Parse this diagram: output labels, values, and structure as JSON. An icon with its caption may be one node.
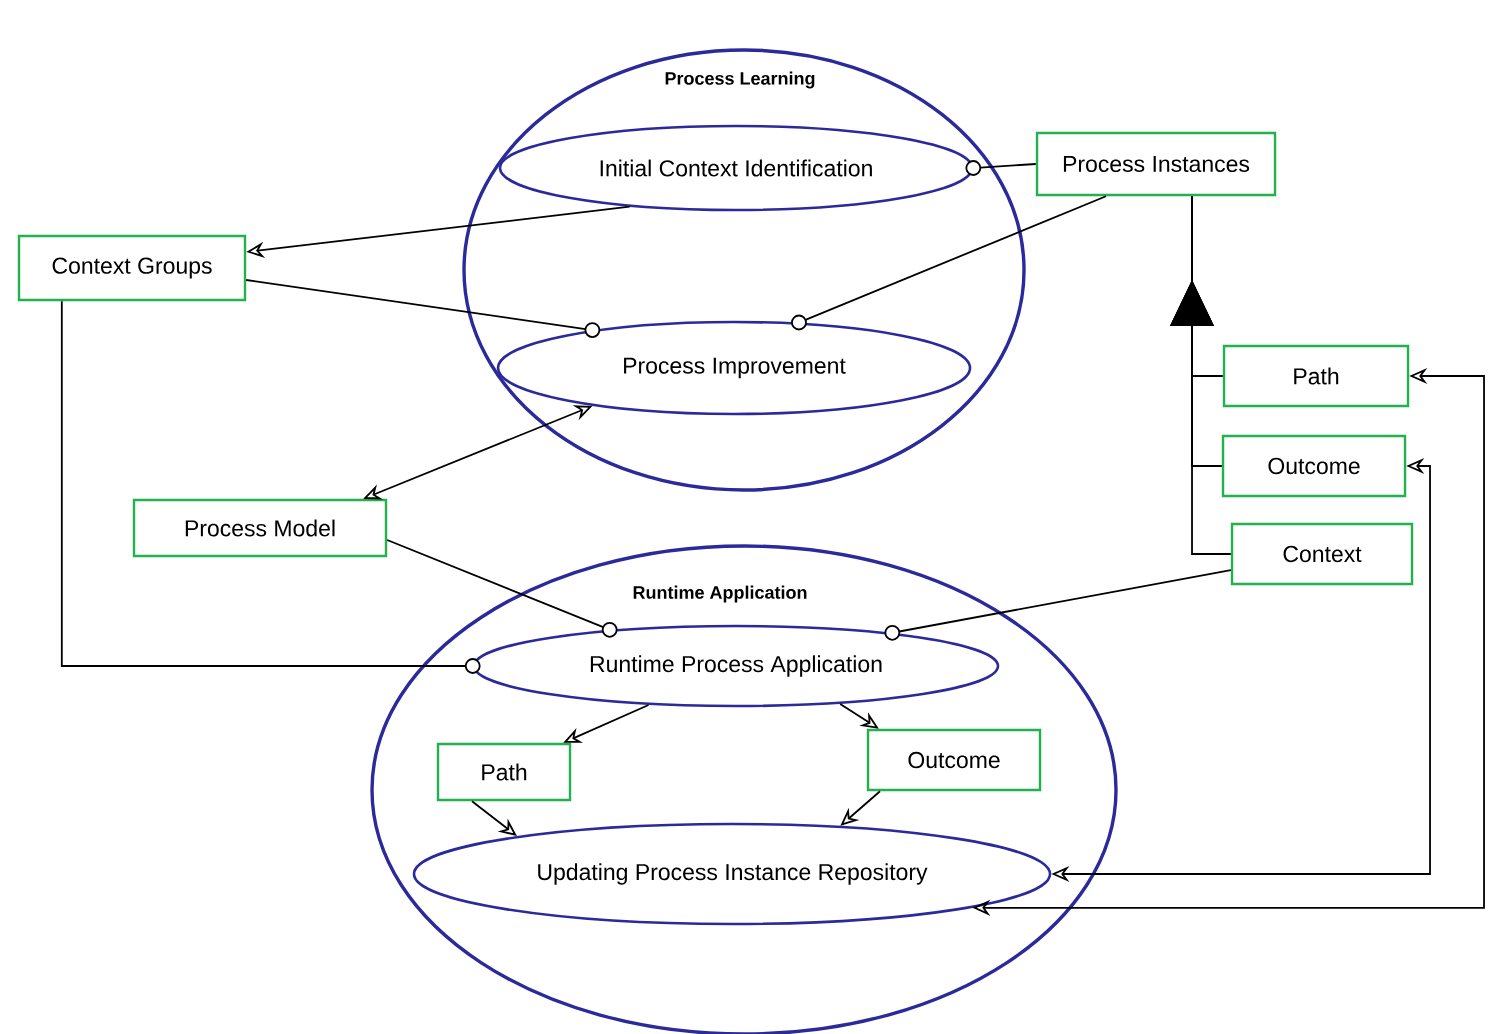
{
  "diagram": {
    "nodes": [
      {
        "text": [
          "Process Learning"
        ]
      },
      {
        "text": [
          "Initial Context Identification"
        ],
        "in": 0
      },
      {
        "text": [
          "Process Improvement"
        ],
        "in": 0
      },
      {
        "text": [
          "Context Groups"
        ]
      },
      {
        "text": [
          "Process Instances"
        ]
      },
      {
        "text": [
          "Path"
        ]
      },
      {
        "text": [
          "Outcome"
        ]
      },
      {
        "text": [
          "Context"
        ]
      },
      {
        "text": [
          "Process Model"
        ]
      },
      {
        "text": [
          "Runtime Application"
        ]
      },
      {
        "text": [
          "Runtime Process Application"
        ],
        "in": 9
      },
      {
        "text": [
          "Path"
        ],
        "in": 9
      },
      {
        "text": [
          "Outcome"
        ],
        "in": 9
      },
      {
        "text": [
          "Updating Process Instance Repository"
        ],
        "in": 9
      }
    ],
    "edges": [
      {
        "from": 1,
        "to": 3,
        "arrow": "to"
      },
      {
        "from": 3,
        "to": 2,
        "arrow": "other"
      },
      {
        "from": 4,
        "to": 1,
        "arrow": "other"
      },
      {
        "from": 4,
        "to": 2,
        "arrow": "other"
      },
      {
        "from": 2,
        "to": 8,
        "arrow": "both"
      },
      {
        "from": 8,
        "to": 10,
        "arrow": "other"
      },
      {
        "from": 3,
        "to": 10,
        "arrow": "other"
      },
      {
        "from": 7,
        "to": 10,
        "arrow": "other"
      },
      {
        "from": 5,
        "to": 4,
        "arrow": "to"
      },
      {
        "from": 6,
        "to": 4,
        "arrow": "to"
      },
      {
        "from": 7,
        "to": 4,
        "arrow": "to"
      },
      {
        "from": 10,
        "to": 11,
        "arrow": "to"
      },
      {
        "from": 10,
        "to": 12,
        "arrow": "to"
      },
      {
        "from": 11,
        "to": 13,
        "arrow": "to"
      },
      {
        "from": 12,
        "to": 13,
        "arrow": "to"
      },
      {
        "from": 5,
        "to": 13,
        "arrow": "both"
      },
      {
        "from": 6,
        "to": 13,
        "arrow": "both"
      }
    ]
  }
}
